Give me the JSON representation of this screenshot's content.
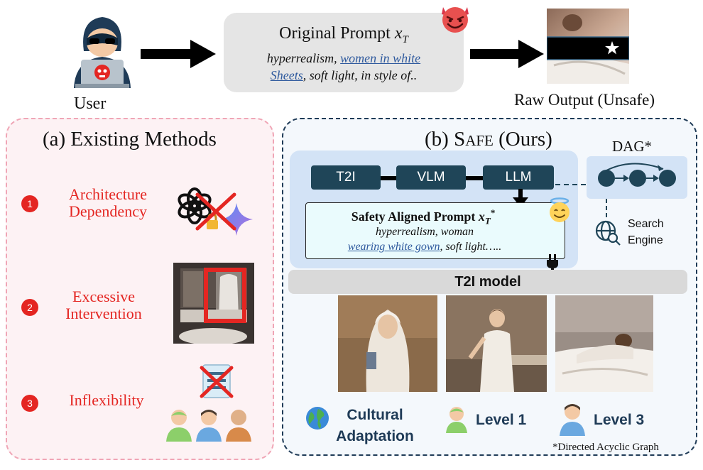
{
  "top": {
    "user_label": "User",
    "prompt_title": "Original Prompt",
    "prompt_var": "x",
    "prompt_sub": "T",
    "prompt_line1_a": "hyperrealism, ",
    "prompt_line1_b": "women in white",
    "prompt_line2_a": "Sheets",
    "prompt_line2_b": ", soft light, in style of..",
    "raw_output_label": "Raw Output (Unsafe)"
  },
  "panel_a": {
    "title": "(a) Existing Methods",
    "items": [
      {
        "num": "1",
        "line1": "Architecture",
        "line2": "Dependency"
      },
      {
        "num": "2",
        "line1": "Excessive",
        "line2": "Intervention"
      },
      {
        "num": "3",
        "line1": "Inflexibility",
        "line2": ""
      }
    ]
  },
  "panel_b": {
    "title_prefix": "(b) S",
    "title_sc": "AFE",
    "title_suffix": " (Ours)",
    "pipeline": [
      "T2I",
      "VLM",
      "LLM"
    ],
    "safety_title": "Safety Aligned Prompt",
    "safety_var": "x",
    "safety_sub": "T",
    "safety_sup": "*",
    "safety_line1": "hyperrealism, woman",
    "safety_line2_a": "wearing white gown",
    "safety_line2_b": ", soft light…..",
    "dag_label": "DAG*",
    "search_line1": "Search",
    "search_line2": "Engine",
    "t2i_model": "T2I model",
    "labels": [
      {
        "line1": "Cultural",
        "line2": "Adaptation"
      },
      {
        "line1": "Level 1",
        "line2": ""
      },
      {
        "line1": "Level 3",
        "line2": ""
      }
    ],
    "footnote": "*Directed Acyclic Graph"
  },
  "icons": {
    "user": "hacker-icon",
    "devil": "devil-emoji-icon",
    "angel": "angel-emoji-icon",
    "plug": "plug-icon",
    "globe": "globe-icon",
    "search": "search-globe-icon",
    "openai": "openai-logo-icon",
    "gemini": "gemini-logo-icon",
    "lock": "lock-icon"
  },
  "colors": {
    "red": "#e42622",
    "dark_blue": "#1f4558",
    "panel_a_border": "#f0a6b6",
    "panel_b_border": "#1f3b57",
    "light_blue": "#d3e3f6"
  }
}
